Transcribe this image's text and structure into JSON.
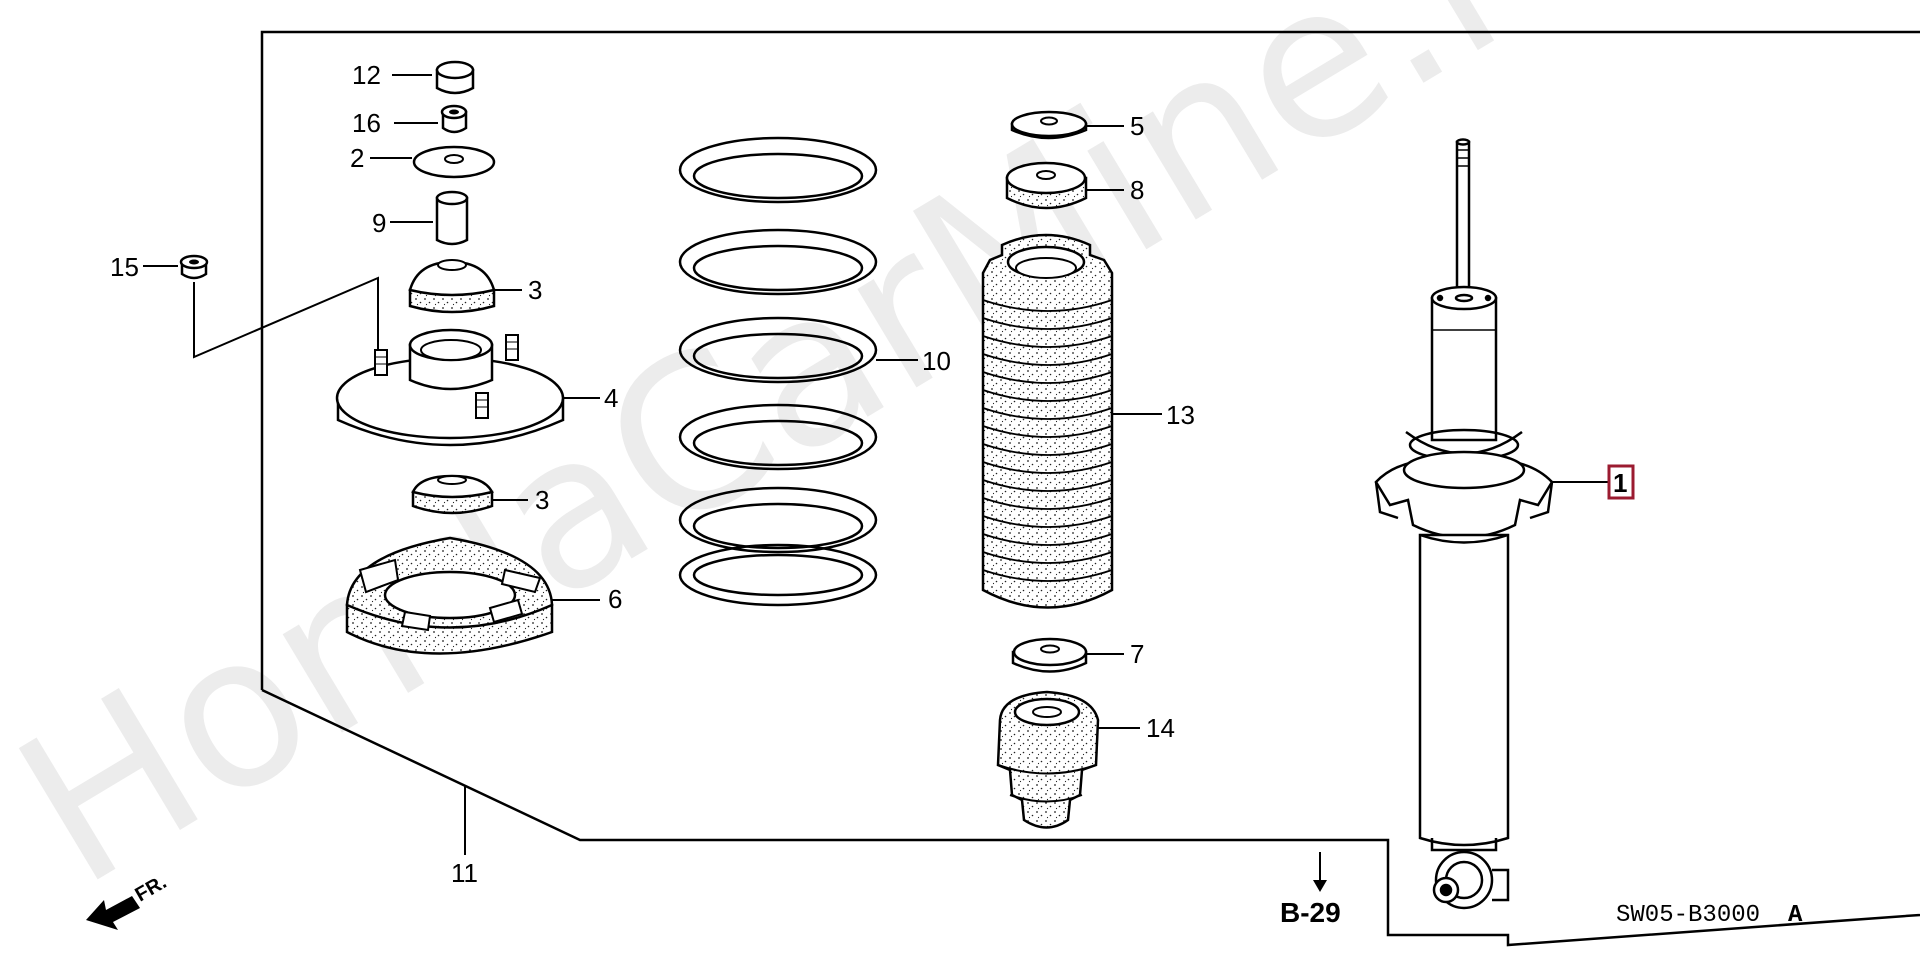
{
  "watermark": "HondaCarMine.ru",
  "callouts": {
    "c12": "12",
    "c16": "16",
    "c2": "2",
    "c9": "9",
    "c15": "15",
    "c3a": "3",
    "c4": "4",
    "c3b": "3",
    "c6": "6",
    "c10": "10",
    "c5": "5",
    "c8": "8",
    "c13": "13",
    "c7": "7",
    "c14": "14",
    "c11": "11",
    "c1": "1"
  },
  "reference": "B-29",
  "direction_label": "FR.",
  "diagram_code": "SW05-B3000",
  "diagram_suffix": "A",
  "colors": {
    "highlight": "#9b1b30",
    "line": "#000000",
    "watermark": "#ececec"
  }
}
